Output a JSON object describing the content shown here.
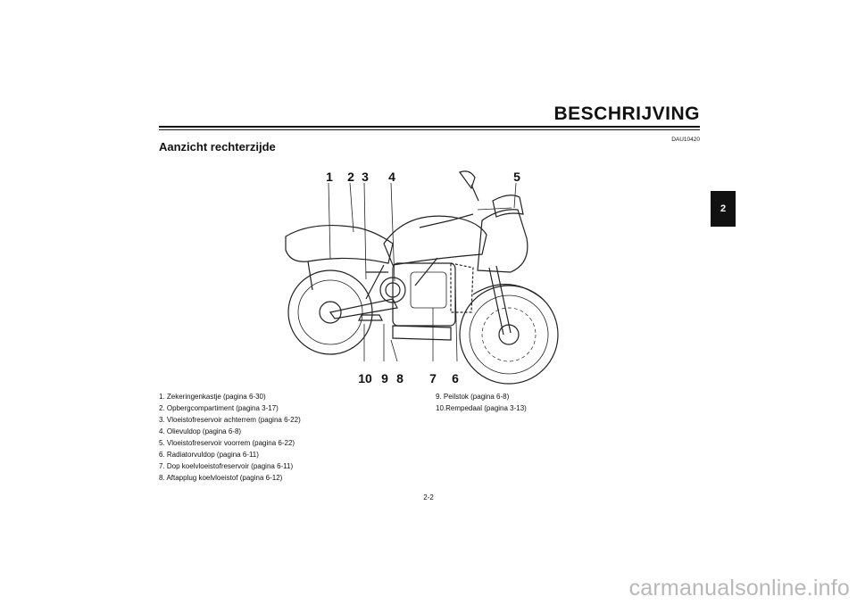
{
  "header": {
    "title": "BESCHRIJVING",
    "doc_code": "DAU10420"
  },
  "section": {
    "title": "Aanzicht rechterzijde"
  },
  "chapter_tab": {
    "label": "2"
  },
  "figure": {
    "callouts_top": [
      "1",
      "2",
      "3",
      "4",
      "5"
    ],
    "callouts_bottom": [
      "10",
      "9",
      "8",
      "7",
      "6"
    ]
  },
  "legend": {
    "left": [
      "1.  Zekeringenkastje (pagina 6-30)",
      "2.  Opbergcompartiment (pagina 3-17)",
      "3.  Vloeistofreservoir achterrem (pagina 6-22)",
      "4.  Olievuldop (pagina 6-8)",
      "5.  Vloeistofreservoir voorrem (pagina 6-22)",
      "6.  Radiatorvuldop (pagina 6-11)",
      "7.  Dop koelvloeistofreservoir (pagina 6-11)",
      "8.  Aftapplug koelvloeistof (pagina 6-12)"
    ],
    "right": [
      "9.  Peilstok (pagina 6-8)",
      "10.Rempedaal (pagina 3-13)"
    ]
  },
  "footer": {
    "page_number": "2-2",
    "watermark": "carmanualsonline.info"
  }
}
